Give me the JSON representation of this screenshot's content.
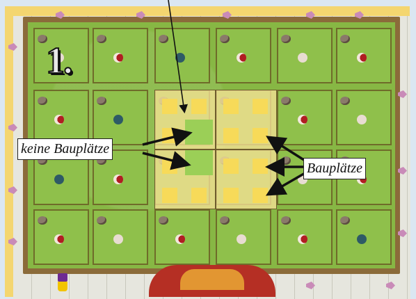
{
  "step_number": "1.",
  "labels": {
    "no_building_sites": "keine Bauplätze",
    "building_sites": "Bauplätze"
  },
  "colors": {
    "grass": "#87b744",
    "highlight": "#f6e296",
    "build_cell": "#f7da59",
    "arrow": "#111111"
  },
  "icons": [
    "fence-post-icon",
    "livestock-marker-icon",
    "pink-flag-icon",
    "player-cylinder-icon"
  ]
}
